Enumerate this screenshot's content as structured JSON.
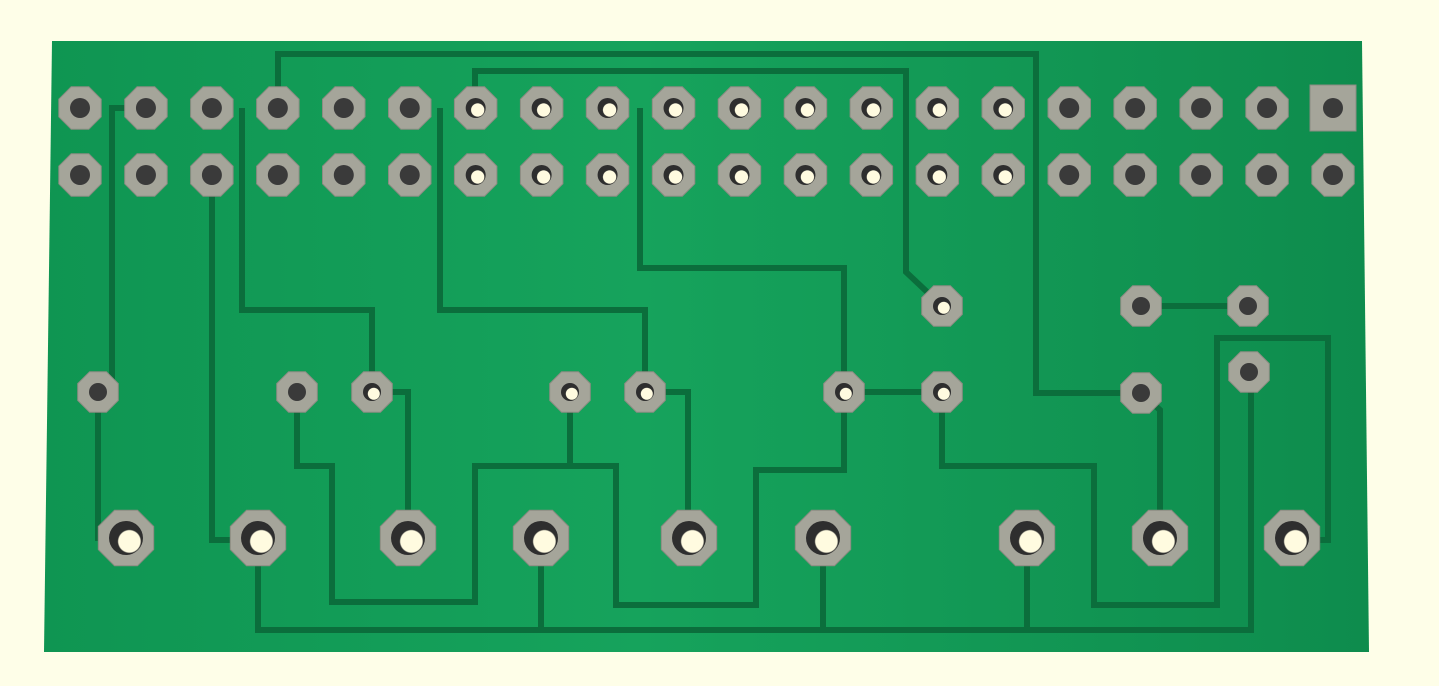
{
  "colors": {
    "background": "#fefee8",
    "board": "#14a05a",
    "board_edge": "#0f8a4c",
    "trace": "#0b6e3c",
    "pad": "#a5a59a",
    "pad_edge": "#8c8c82",
    "hole": "#3a3a3a",
    "hole_light": "#fffbe0"
  },
  "board": {
    "header_columns": 20,
    "header_rows": 2,
    "pin1_pad_shape": "square",
    "connector_pads": 9
  }
}
